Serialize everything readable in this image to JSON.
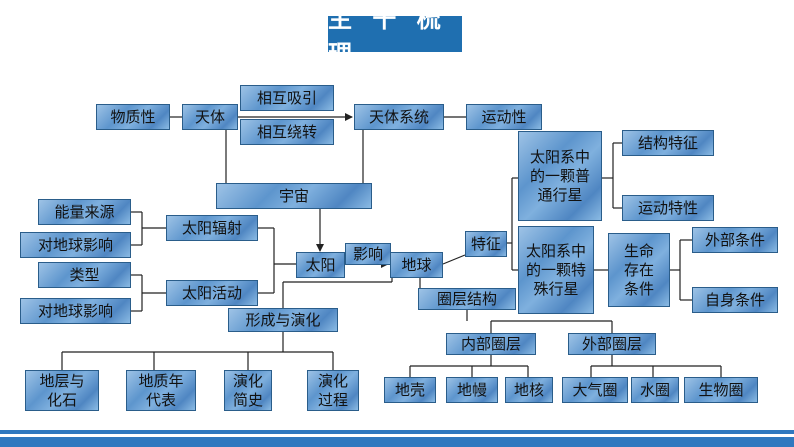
{
  "header": {
    "title": "主 干 梳 理"
  },
  "nodes": {
    "wuzhixing": "物质性",
    "tianti": "天体",
    "huxiang_xiyin": "相互吸引",
    "huxiang_raozhuan": "相互绕转",
    "tianti_xitong": "天体系统",
    "yundongxing": "运动性",
    "yuzhou": "宇宙",
    "nengliang_laiyuan": "能量来源",
    "dui_diqiu_yingxiang_1": "对地球影响",
    "taiyang_fushe": "太阳辐射",
    "leixing": "类型",
    "dui_diqiu_yingxiang_2": "对地球影响",
    "taiyang_huodong": "太阳活动",
    "taiyang": "太阳",
    "yingxiang": "影响",
    "diqiu": "地球",
    "tezheng": "特征",
    "putong_xingxing": "太阳系中的一颗普通行星",
    "teshu_xingxing": "太阳系中的一颗特殊行星",
    "jiegou_tezheng": "结构特征",
    "yundong_texing": "运动特性",
    "shengming_cunzai": "生命存在条件",
    "waibu_tiaojian": "外部条件",
    "zishen_tiaojian": "自身条件",
    "quanceng_jiegou": "圈层结构",
    "xingcheng_yanhua": "形成与演化",
    "neibu_quanceng": "内部圈层",
    "waibu_quanceng": "外部圈层",
    "diceng_huashi": "地层与化石",
    "dizhi_niandai": "地质年代表",
    "yanhua_jianshi": "演化简史",
    "yanhua_guocheng": "演化过程",
    "diqiao": "地壳",
    "diman": "地幔",
    "dihe": "地核",
    "daqiquan": "大气圈",
    "shuiquan": "水圈",
    "shengwuquan": "生物圈"
  },
  "colors": {
    "title_bg": "#1f6fb0",
    "node_fill": "#6fa4d8",
    "line": "#222222",
    "footer": "#2f78bf"
  }
}
